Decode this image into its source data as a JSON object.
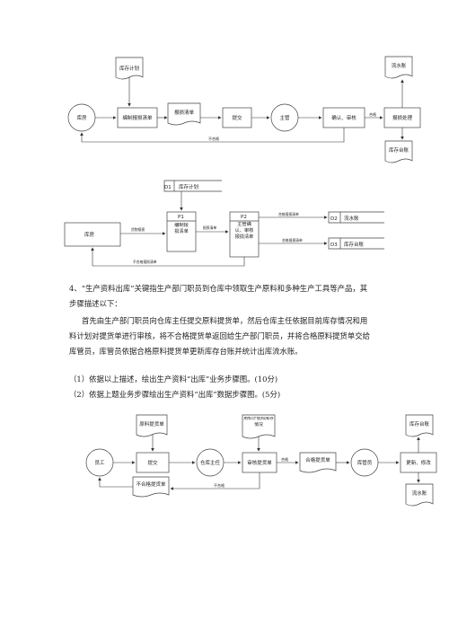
{
  "diagram1": {
    "kucun_plan": "库存计划",
    "kufang": "库房",
    "bianzhi": "编制报损清单",
    "qingdan": "报损清单",
    "tijiao": "提交",
    "zhuguan": "主管",
    "queren": "确认、审核",
    "hege": "合格",
    "buhege": "不合格",
    "chuli": "报损处理",
    "liushui": "流水账",
    "taizhang": "库存台账"
  },
  "diagram2": {
    "d1_id": "D1",
    "d1_label": "库存计划",
    "kufang": "库房",
    "p1_id": "P1",
    "p1_label": "编制报损清单",
    "p2_id": "P2",
    "p2_label": "主管确认、审核报损清单",
    "d2_id": "D2",
    "d2_label": "流水账",
    "d3_id": "D3",
    "d3_label": "库存台账",
    "flow_goods": "货物报损",
    "flow_list": "报损清单",
    "flow_ok1": "合格报损清单",
    "flow_ok2": "合格报损清单",
    "flow_bad": "不合格报损清单"
  },
  "question": {
    "line1": "4、“生产资料出库”关键指生产部门职员到仓库中领取生产原料和多种生产工具等产品，其",
    "line2": "步骤描述以下：",
    "line3": "首先由生产部门职员向仓库主任提交原料提货单，然后仓库主任依据目前库存情况和用",
    "line4": "料计划对提货单进行审核，将不合格提货单返回给生产部门职员，并将合格原料提货单交给",
    "line5": "库管员，库管员依据合格原料提货单更新库存台账并统计出库流水账。",
    "task1": "（1）依据以上描述，绘出生产资料“出库”业务步骤图。(10分)",
    "task2": "（2）依据上题业务步骤绘出生产资料“出库”数据步骤图。(5分)"
  },
  "diagram3": {
    "tihuodan": "原料提货单",
    "yongliao": "用料计划和库存情况",
    "yuangong": "员工",
    "tijiao": "提交",
    "zhuren": "仓库主任",
    "shenhe": "审核提货单",
    "hege_label": "合格",
    "hege_dan": "合格提货单",
    "kuguan": "库管员",
    "gengxin": "更新、修改",
    "taizhang": "库存台账",
    "liushui": "流水账",
    "buhege_label": "不合格",
    "buhege_dan": "不合格提货单"
  }
}
